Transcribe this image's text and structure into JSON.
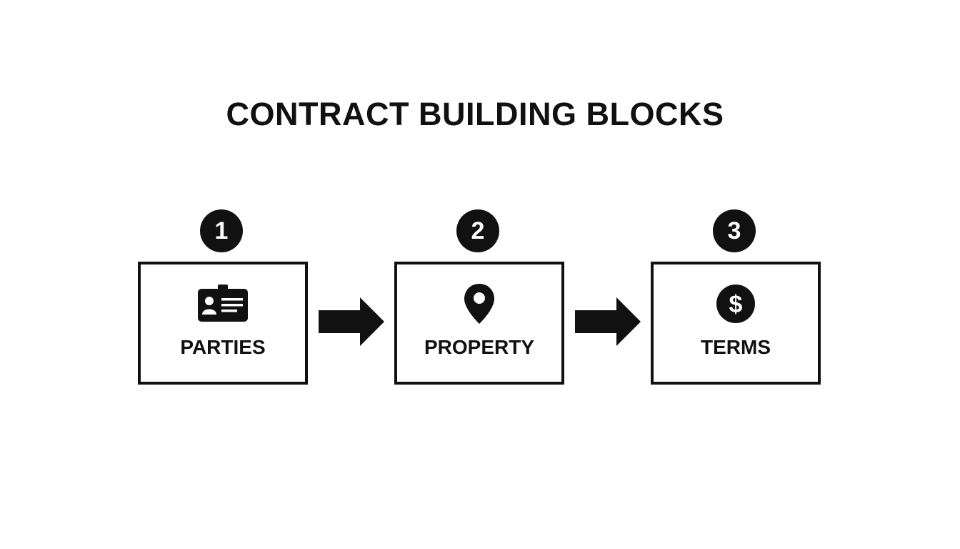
{
  "title": "CONTRACT BUILDING BLOCKS",
  "steps": [
    {
      "number": "1",
      "label": "PARTIES",
      "icon": "id-card-icon"
    },
    {
      "number": "2",
      "label": "PROPERTY",
      "icon": "map-pin-icon"
    },
    {
      "number": "3",
      "label": "TERMS",
      "icon": "dollar-coin-icon"
    }
  ],
  "colors": {
    "ink": "#111111",
    "background": "#ffffff"
  }
}
